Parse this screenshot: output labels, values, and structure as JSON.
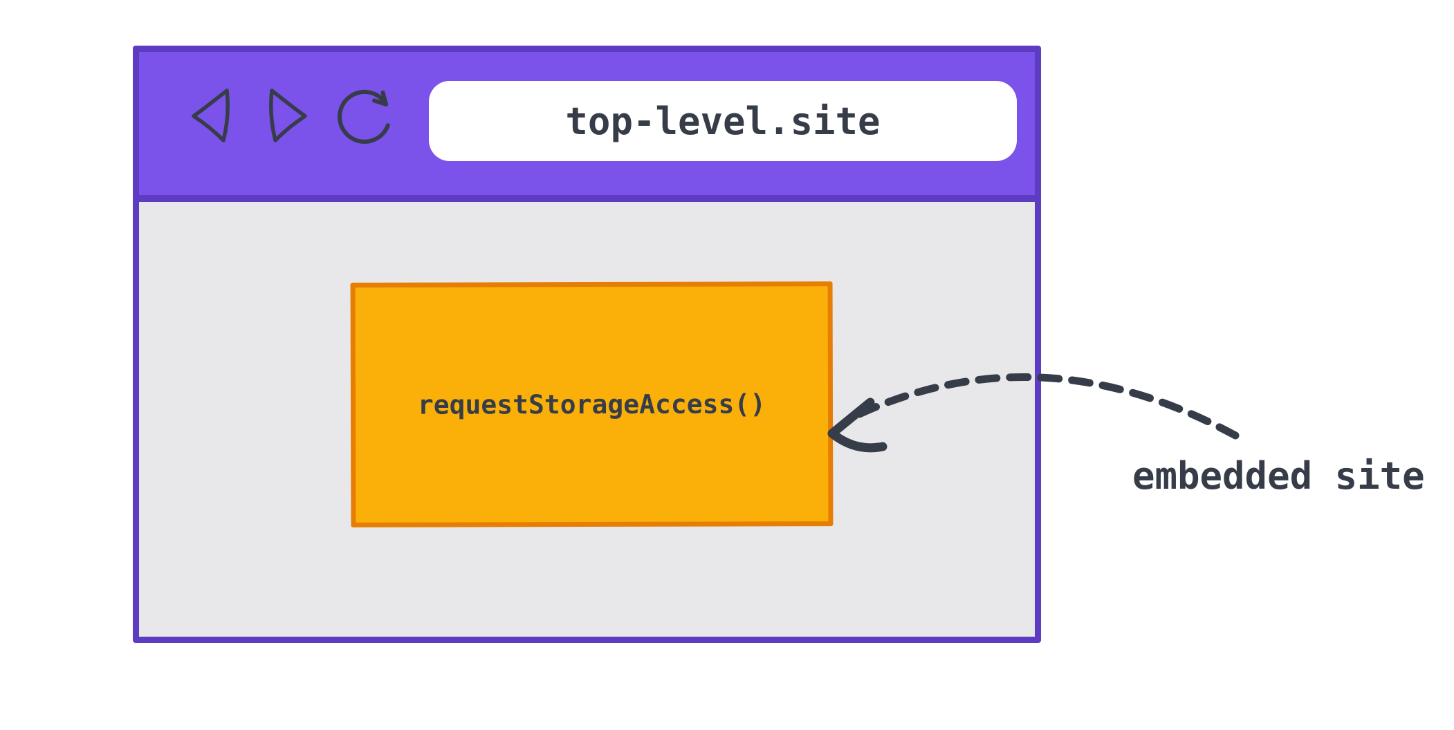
{
  "browser": {
    "url": "top-level.site",
    "frame_label": "requestStorageAccess()",
    "nav_icons": [
      "back-icon",
      "forward-icon",
      "reload-icon"
    ]
  },
  "annotation": {
    "label": "embedded site",
    "arrow": "dashed-curved-arrow"
  },
  "colors": {
    "chrome_purple": "#7b52ea",
    "window_border": "#5e3cc1",
    "content_gray": "#e8e8ea",
    "frame_orange": "#fab008",
    "frame_border": "#e67e04",
    "ink": "#363d49",
    "address_bar_bg": "#ffffff",
    "page_bg": "#ffffff"
  }
}
